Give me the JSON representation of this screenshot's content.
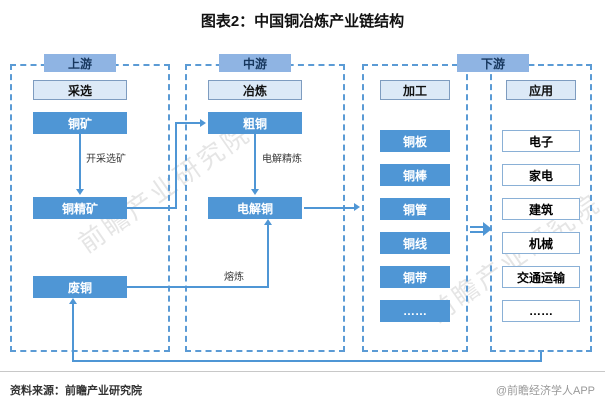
{
  "title": "图表2：中国铜冶炼产业链结构",
  "watermark": "前瞻产业研究院",
  "colors": {
    "node_blue": "#4f96d5",
    "tab_blue": "#8fb4e3",
    "tab_text": "#17375e",
    "header_fill": "#dce9f7",
    "dashed_border": "#5b9bd5"
  },
  "upstream": {
    "tab": "上游",
    "header": "采选",
    "node_ore": "铜矿",
    "node_concentrate": "铜精矿",
    "node_scrap": "废铜",
    "label_mining": "开采选矿"
  },
  "midstream": {
    "tab": "中游",
    "header": "冶炼",
    "node_blister": "粗铜",
    "node_electrolytic": "电解铜",
    "label_refining": "电解精炼",
    "label_melting": "熔炼"
  },
  "downstream": {
    "tab": "下游",
    "processing": {
      "header": "加工",
      "items": [
        "铜板",
        "铜棒",
        "铜管",
        "铜线",
        "铜带",
        "……"
      ]
    },
    "application": {
      "header": "应用",
      "items": [
        "电子",
        "家电",
        "建筑",
        "机械",
        "交通运输",
        "……"
      ]
    }
  },
  "footer": {
    "source": "资料来源：前瞻产业研究院",
    "credit": "@前瞻经济学人APP"
  }
}
